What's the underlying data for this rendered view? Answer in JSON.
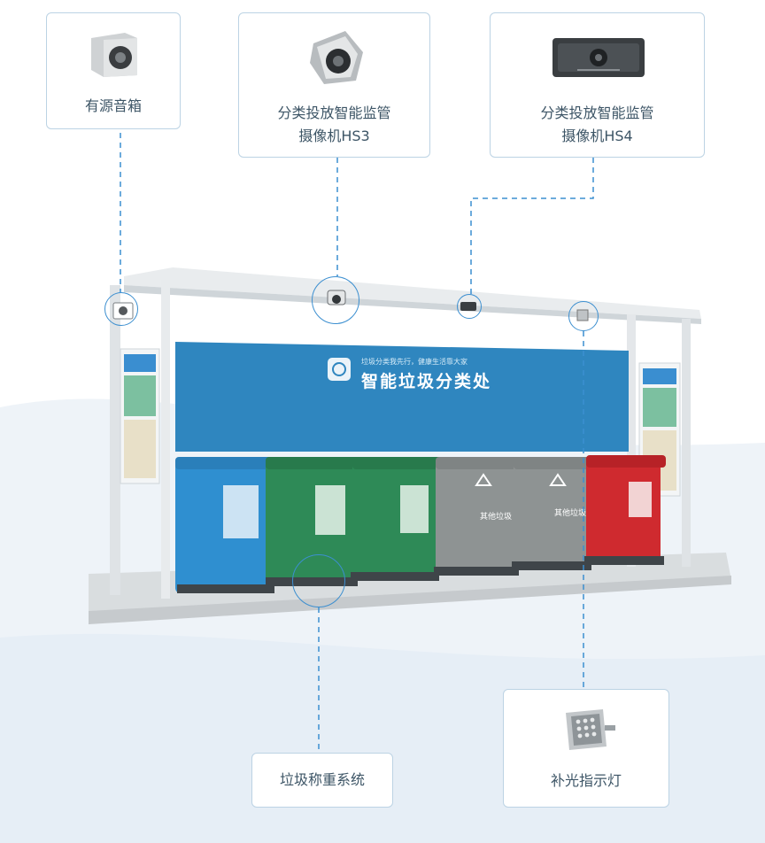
{
  "callouts": {
    "speaker": "有源音箱",
    "camera_hs3": "分类投放智能监管\n摄像机HS3",
    "camera_hs4": "分类投放智能监管\n摄像机HS4",
    "weighing": "垃圾称重系统",
    "light": "补光指示灯"
  },
  "banner": {
    "title": "智能垃圾分类处",
    "slogan": "垃圾分类我先行，健康生活靠大家"
  },
  "bins": [
    {
      "kind": "recyclable",
      "color": "#2f8fd0"
    },
    {
      "kind": "kitchen",
      "color": "#2e8a57"
    },
    {
      "kind": "kitchen",
      "color": "#2e8a57"
    },
    {
      "kind": "other",
      "color": "#8e9393",
      "label": "其他垃圾"
    },
    {
      "kind": "other",
      "color": "#8e9393",
      "label": "其他垃圾"
    },
    {
      "kind": "hazardous",
      "color": "#cf2a2f"
    }
  ],
  "colors": {
    "line": "#3c8fd0",
    "banner": "#2f86bf",
    "border": "#bcd3e4",
    "text": "#3d5566"
  }
}
